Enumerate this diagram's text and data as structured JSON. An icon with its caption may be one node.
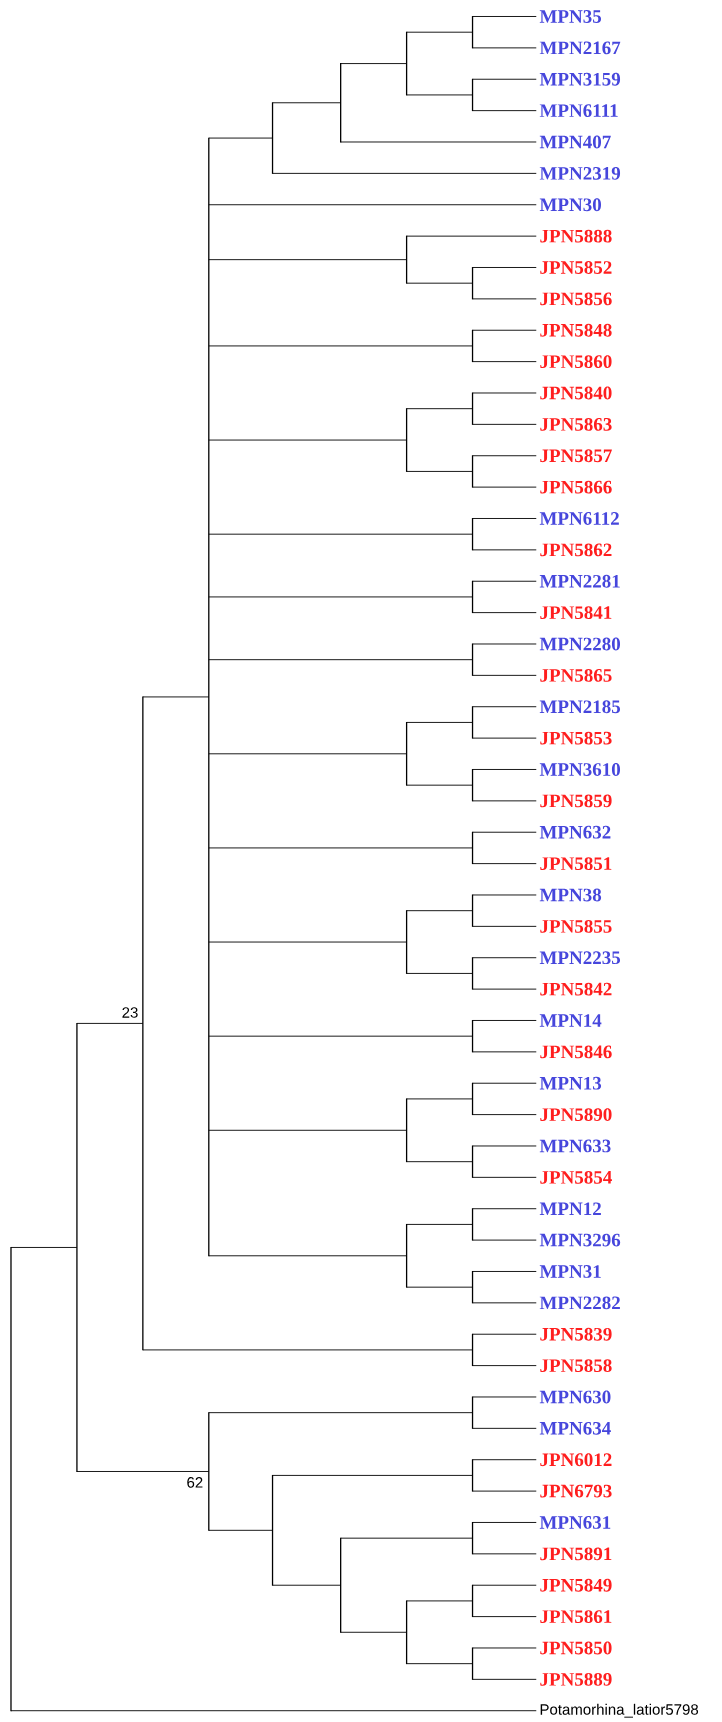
{
  "diagram": {
    "nodes": [
      {
        "text": [
          "MPN35"
        ]
      },
      {
        "text": [
          "MPN2167"
        ]
      },
      {
        "text": [
          "MPN3159"
        ]
      },
      {
        "text": [
          "MPN6111"
        ]
      },
      {
        "text": [
          "MPN407"
        ]
      },
      {
        "text": [
          "MPN2319"
        ]
      },
      {
        "text": [
          "MPN30"
        ]
      },
      {
        "text": [
          "JPN5888"
        ]
      },
      {
        "text": [
          "JPN5852"
        ]
      },
      {
        "text": [
          "JPN5856"
        ]
      },
      {
        "text": [
          "JPN5848"
        ]
      },
      {
        "text": [
          "JPN5860"
        ]
      },
      {
        "text": [
          "JPN5840"
        ]
      },
      {
        "text": [
          "JPN5863"
        ]
      },
      {
        "text": [
          "JPN5857"
        ]
      },
      {
        "text": [
          "JPN5866"
        ]
      },
      {
        "text": [
          "MPN6112"
        ]
      },
      {
        "text": [
          "JPN5862"
        ]
      },
      {
        "text": [
          "MPN2281"
        ]
      },
      {
        "text": [
          "JPN5841"
        ]
      },
      {
        "text": [
          "MPN2280"
        ]
      },
      {
        "text": [
          "JPN5865"
        ]
      },
      {
        "text": [
          "MPN2185"
        ]
      },
      {
        "text": [
          "JPN5853"
        ]
      },
      {
        "text": [
          "MPN3610"
        ]
      },
      {
        "text": [
          "JPN5859"
        ]
      },
      {
        "text": [
          "MPN632"
        ]
      },
      {
        "text": [
          "JPN5851"
        ]
      },
      {
        "text": [
          "MPN38"
        ]
      },
      {
        "text": [
          "JPN5855"
        ]
      },
      {
        "text": [
          "MPN2235"
        ]
      },
      {
        "text": [
          "JPN5842"
        ]
      },
      {
        "text": [
          "MPN14"
        ]
      },
      {
        "text": [
          "JPN5846"
        ]
      },
      {
        "text": [
          "MPN13"
        ]
      },
      {
        "text": [
          "JPN5890"
        ]
      },
      {
        "text": [
          "MPN633"
        ]
      },
      {
        "text": [
          "JPN5854"
        ]
      },
      {
        "text": [
          "MPN12"
        ]
      },
      {
        "text": [
          "MPN3296"
        ]
      },
      {
        "text": [
          "MPN31"
        ]
      },
      {
        "text": [
          "MPN2282"
        ]
      },
      {
        "text": [
          "JPN5839"
        ]
      },
      {
        "text": [
          "JPN5858"
        ]
      },
      {
        "text": [
          "MPN630"
        ]
      },
      {
        "text": [
          "MPN634"
        ]
      },
      {
        "text": [
          "JPN6012"
        ]
      },
      {
        "text": [
          "JPN6793"
        ]
      },
      {
        "text": [
          "MPN631"
        ]
      },
      {
        "text": [
          "JPN5891"
        ]
      },
      {
        "text": [
          "JPN5849"
        ]
      },
      {
        "text": [
          "JPN5861"
        ]
      },
      {
        "text": [
          "JPN5850"
        ]
      },
      {
        "text": [
          "JPN5889"
        ]
      },
      {
        "text": [
          "Potamorhina_latior5798"
        ]
      },
      {
        "text": [],
        "shape": "bar"
      },
      {
        "text": [],
        "shape": "bar"
      },
      {
        "text": [],
        "shape": "bar",
        "beside": [
          "23"
        ]
      },
      {
        "text": [],
        "shape": "bar"
      },
      {
        "text": [],
        "shape": "bar"
      },
      {
        "text": [],
        "shape": "bar"
      },
      {
        "text": [],
        "shape": "bar"
      },
      {
        "text": [],
        "shape": "bar"
      },
      {
        "text": [],
        "shape": "bar"
      },
      {
        "text": [],
        "shape": "bar"
      },
      {
        "text": [],
        "shape": "bar"
      },
      {
        "text": [],
        "shape": "bar"
      },
      {
        "text": [],
        "shape": "bar"
      },
      {
        "text": [],
        "shape": "bar"
      },
      {
        "text": [],
        "shape": "bar"
      },
      {
        "text": [],
        "shape": "bar"
      },
      {
        "text": [],
        "shape": "bar"
      },
      {
        "text": [],
        "shape": "bar"
      },
      {
        "text": [],
        "shape": "bar"
      },
      {
        "text": [],
        "shape": "bar"
      },
      {
        "text": [],
        "shape": "bar"
      },
      {
        "text": [],
        "shape": "bar"
      },
      {
        "text": [],
        "shape": "bar"
      },
      {
        "text": [],
        "shape": "bar"
      },
      {
        "text": [],
        "shape": "bar"
      },
      {
        "text": [],
        "shape": "bar"
      },
      {
        "text": [],
        "shape": "bar"
      },
      {
        "text": [],
        "shape": "bar"
      },
      {
        "text": [],
        "shape": "bar"
      },
      {
        "text": [],
        "shape": "bar"
      },
      {
        "text": [],
        "shape": "bar"
      },
      {
        "text": [],
        "shape": "bar"
      },
      {
        "text": [],
        "shape": "bar"
      },
      {
        "text": [],
        "shape": "bar",
        "beside": [
          "62"
        ]
      },
      {
        "text": [],
        "shape": "bar"
      },
      {
        "text": [],
        "shape": "bar"
      },
      {
        "text": [],
        "shape": "bar"
      },
      {
        "text": [],
        "shape": "bar"
      },
      {
        "text": [],
        "shape": "bar"
      },
      {
        "text": [],
        "shape": "bar"
      },
      {
        "text": [],
        "shape": "bar"
      },
      {
        "text": [],
        "shape": "bar"
      }
    ],
    "edges": [
      {
        "from": 55,
        "to": 56,
        "arrow": "none"
      },
      {
        "from": 55,
        "to": 54,
        "arrow": "none"
      },
      {
        "from": 56,
        "to": 57,
        "arrow": "none"
      },
      {
        "from": 56,
        "to": 88,
        "arrow": "none"
      },
      {
        "from": 57,
        "to": 58,
        "arrow": "none"
      },
      {
        "from": 57,
        "to": 87,
        "arrow": "none"
      },
      {
        "from": 58,
        "to": 59,
        "arrow": "none"
      },
      {
        "from": 58,
        "to": 6,
        "arrow": "none"
      },
      {
        "from": 58,
        "to": 64,
        "arrow": "none"
      },
      {
        "from": 58,
        "to": 66,
        "arrow": "none"
      },
      {
        "from": 58,
        "to": 67,
        "arrow": "none"
      },
      {
        "from": 58,
        "to": 70,
        "arrow": "none"
      },
      {
        "from": 58,
        "to": 71,
        "arrow": "none"
      },
      {
        "from": 58,
        "to": 72,
        "arrow": "none"
      },
      {
        "from": 58,
        "to": 73,
        "arrow": "none"
      },
      {
        "from": 58,
        "to": 76,
        "arrow": "none"
      },
      {
        "from": 58,
        "to": 77,
        "arrow": "none"
      },
      {
        "from": 58,
        "to": 80,
        "arrow": "none"
      },
      {
        "from": 58,
        "to": 81,
        "arrow": "none"
      },
      {
        "from": 58,
        "to": 84,
        "arrow": "none"
      },
      {
        "from": 59,
        "to": 60,
        "arrow": "none"
      },
      {
        "from": 59,
        "to": 5,
        "arrow": "none"
      },
      {
        "from": 60,
        "to": 61,
        "arrow": "none"
      },
      {
        "from": 60,
        "to": 4,
        "arrow": "none"
      },
      {
        "from": 61,
        "to": 62,
        "arrow": "none"
      },
      {
        "from": 61,
        "to": 63,
        "arrow": "none"
      },
      {
        "from": 62,
        "to": 0,
        "arrow": "none"
      },
      {
        "from": 62,
        "to": 1,
        "arrow": "none"
      },
      {
        "from": 63,
        "to": 2,
        "arrow": "none"
      },
      {
        "from": 63,
        "to": 3,
        "arrow": "none"
      },
      {
        "from": 64,
        "to": 7,
        "arrow": "none"
      },
      {
        "from": 64,
        "to": 65,
        "arrow": "none"
      },
      {
        "from": 65,
        "to": 8,
        "arrow": "none"
      },
      {
        "from": 65,
        "to": 9,
        "arrow": "none"
      },
      {
        "from": 66,
        "to": 10,
        "arrow": "none"
      },
      {
        "from": 66,
        "to": 11,
        "arrow": "none"
      },
      {
        "from": 67,
        "to": 68,
        "arrow": "none"
      },
      {
        "from": 67,
        "to": 69,
        "arrow": "none"
      },
      {
        "from": 68,
        "to": 12,
        "arrow": "none"
      },
      {
        "from": 68,
        "to": 13,
        "arrow": "none"
      },
      {
        "from": 69,
        "to": 14,
        "arrow": "none"
      },
      {
        "from": 69,
        "to": 15,
        "arrow": "none"
      },
      {
        "from": 70,
        "to": 16,
        "arrow": "none"
      },
      {
        "from": 70,
        "to": 17,
        "arrow": "none"
      },
      {
        "from": 71,
        "to": 18,
        "arrow": "none"
      },
      {
        "from": 71,
        "to": 19,
        "arrow": "none"
      },
      {
        "from": 72,
        "to": 20,
        "arrow": "none"
      },
      {
        "from": 72,
        "to": 21,
        "arrow": "none"
      },
      {
        "from": 73,
        "to": 74,
        "arrow": "none"
      },
      {
        "from": 73,
        "to": 75,
        "arrow": "none"
      },
      {
        "from": 74,
        "to": 22,
        "arrow": "none"
      },
      {
        "from": 74,
        "to": 23,
        "arrow": "none"
      },
      {
        "from": 75,
        "to": 24,
        "arrow": "none"
      },
      {
        "from": 75,
        "to": 25,
        "arrow": "none"
      },
      {
        "from": 76,
        "to": 26,
        "arrow": "none"
      },
      {
        "from": 76,
        "to": 27,
        "arrow": "none"
      },
      {
        "from": 77,
        "to": 78,
        "arrow": "none"
      },
      {
        "from": 77,
        "to": 79,
        "arrow": "none"
      },
      {
        "from": 78,
        "to": 28,
        "arrow": "none"
      },
      {
        "from": 78,
        "to": 29,
        "arrow": "none"
      },
      {
        "from": 79,
        "to": 30,
        "arrow": "none"
      },
      {
        "from": 79,
        "to": 31,
        "arrow": "none"
      },
      {
        "from": 80,
        "to": 32,
        "arrow": "none"
      },
      {
        "from": 80,
        "to": 33,
        "arrow": "none"
      },
      {
        "from": 81,
        "to": 82,
        "arrow": "none"
      },
      {
        "from": 81,
        "to": 83,
        "arrow": "none"
      },
      {
        "from": 82,
        "to": 34,
        "arrow": "none"
      },
      {
        "from": 82,
        "to": 35,
        "arrow": "none"
      },
      {
        "from": 83,
        "to": 36,
        "arrow": "none"
      },
      {
        "from": 83,
        "to": 37,
        "arrow": "none"
      },
      {
        "from": 84,
        "to": 85,
        "arrow": "none"
      },
      {
        "from": 84,
        "to": 86,
        "arrow": "none"
      },
      {
        "from": 85,
        "to": 38,
        "arrow": "none"
      },
      {
        "from": 85,
        "to": 39,
        "arrow": "none"
      },
      {
        "from": 86,
        "to": 40,
        "arrow": "none"
      },
      {
        "from": 86,
        "to": 41,
        "arrow": "none"
      },
      {
        "from": 87,
        "to": 42,
        "arrow": "none"
      },
      {
        "from": 87,
        "to": 43,
        "arrow": "none"
      },
      {
        "from": 88,
        "to": 89,
        "arrow": "none"
      },
      {
        "from": 88,
        "to": 90,
        "arrow": "none"
      },
      {
        "from": 89,
        "to": 44,
        "arrow": "none"
      },
      {
        "from": 89,
        "to": 45,
        "arrow": "none"
      },
      {
        "from": 90,
        "to": 91,
        "arrow": "none"
      },
      {
        "from": 90,
        "to": 92,
        "arrow": "none"
      },
      {
        "from": 91,
        "to": 46,
        "arrow": "none"
      },
      {
        "from": 91,
        "to": 47,
        "arrow": "none"
      },
      {
        "from": 92,
        "to": 93,
        "arrow": "none"
      },
      {
        "from": 92,
        "to": 94,
        "arrow": "none"
      },
      {
        "from": 93,
        "to": 48,
        "arrow": "none"
      },
      {
        "from": 93,
        "to": 49,
        "arrow": "none"
      },
      {
        "from": 94,
        "to": 95,
        "arrow": "none"
      },
      {
        "from": 94,
        "to": 96,
        "arrow": "none"
      },
      {
        "from": 95,
        "to": 50,
        "arrow": "none"
      },
      {
        "from": 95,
        "to": 51,
        "arrow": "none"
      },
      {
        "from": 96,
        "to": 52,
        "arrow": "none"
      },
      {
        "from": 96,
        "to": 53,
        "arrow": "none"
      }
    ]
  }
}
